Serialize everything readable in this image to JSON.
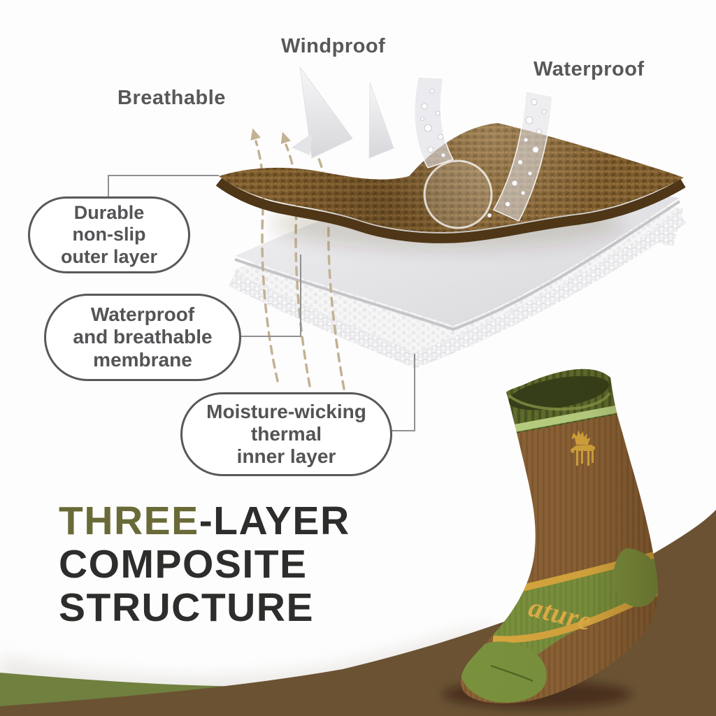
{
  "colors": {
    "accent-olive": "#696a37",
    "title-dark": "#2e2d2b",
    "label-gray": "#58585a",
    "bubble-border": "#58585c",
    "bubble-text": "#545457",
    "connector": "#909092",
    "swoosh-olive": "#70803f",
    "swoosh-brown": "#6b5233",
    "fabric-brown": "#7b5a2d",
    "sock-brown": "#8b6236",
    "sock-cuff-olive": "#5e6c2c",
    "sock-green": "#79913d",
    "sock-gold": "#d6a63e",
    "cuff-stripe-light": "#b7cf80",
    "dash-tan": "#c2b294"
  },
  "feature_labels": {
    "breathable": "Breathable",
    "windproof": "Windproof",
    "waterproof": "Waterproof"
  },
  "callouts": [
    {
      "text": "Durable\nnon-slip\nouter layer"
    },
    {
      "text": "Waterproof\nand breathable\nmembrane"
    },
    {
      "text": "Moisture-wicking\nthermal\ninner layer"
    }
  ],
  "title": {
    "line1_accent": "THREE",
    "line1_rest": "-LAYER",
    "line2": "COMPOSITE",
    "line3": "STRUCTURE"
  },
  "sock": {
    "band_text": "ature"
  },
  "icons": {
    "logo": "moose-silhouette",
    "droplet": "water-droplet",
    "breath_arrow": "dashed-curved-up-arrow",
    "wind_arrow": "deflected-wind-arrow"
  }
}
